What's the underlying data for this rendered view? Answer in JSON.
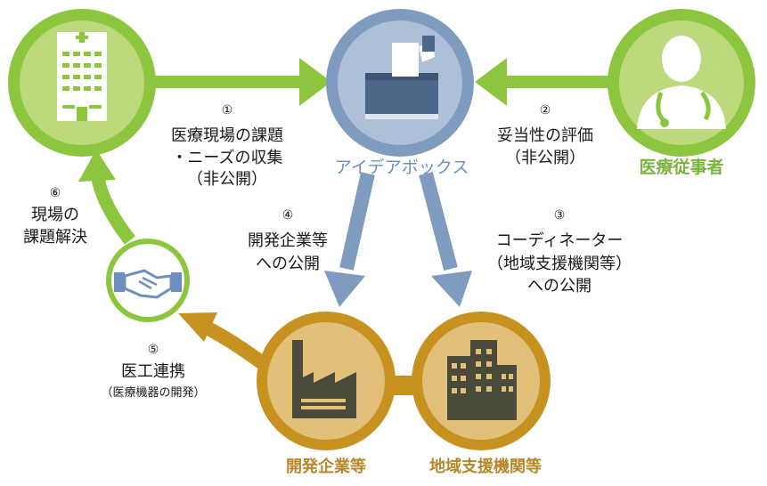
{
  "nodes": {
    "hospital": {
      "label": ""
    },
    "idea_box": {
      "label": "アイデアボックス"
    },
    "doctor": {
      "label": "医療従事者"
    },
    "company": {
      "label": "開発企業等"
    },
    "regional": {
      "label": "地域支援機関等"
    },
    "handshake": {
      "label": ""
    }
  },
  "steps": {
    "s1": {
      "number": "①",
      "lines": [
        "医療現場の課題",
        "・ニーズの収集",
        "（非公開）"
      ]
    },
    "s2": {
      "number": "②",
      "lines": [
        "妥当性の評価",
        "（非公開）"
      ]
    },
    "s3": {
      "number": "③",
      "lines": [
        "コーディネーター",
        "（地域支援機関等）",
        "への公開"
      ]
    },
    "s4": {
      "number": "④",
      "lines": [
        "開発企業等",
        "への公開"
      ]
    },
    "s5": {
      "number": "⑤",
      "lines": [
        "医工連携"
      ],
      "sub": "（医療機器の開発）"
    },
    "s6": {
      "number": "⑥",
      "lines": [
        "現場の",
        "課題解決"
      ]
    }
  },
  "colors": {
    "green": "#8cc63f",
    "green_light": "#bcd97c",
    "blue": "#7f9bbf",
    "blue_light": "#aebfd8",
    "gold": "#c89221",
    "gold_light": "#e2c07a",
    "label_blue": "#6d8fbf",
    "label_green": "#7ab43a",
    "label_gold": "#b8862a"
  },
  "icons": {
    "hospital": "hospital-icon",
    "idea_box": "ballot-box-icon",
    "doctor": "doctor-icon",
    "company": "factory-icon",
    "regional": "office-building-icon",
    "handshake": "handshake-icon"
  }
}
